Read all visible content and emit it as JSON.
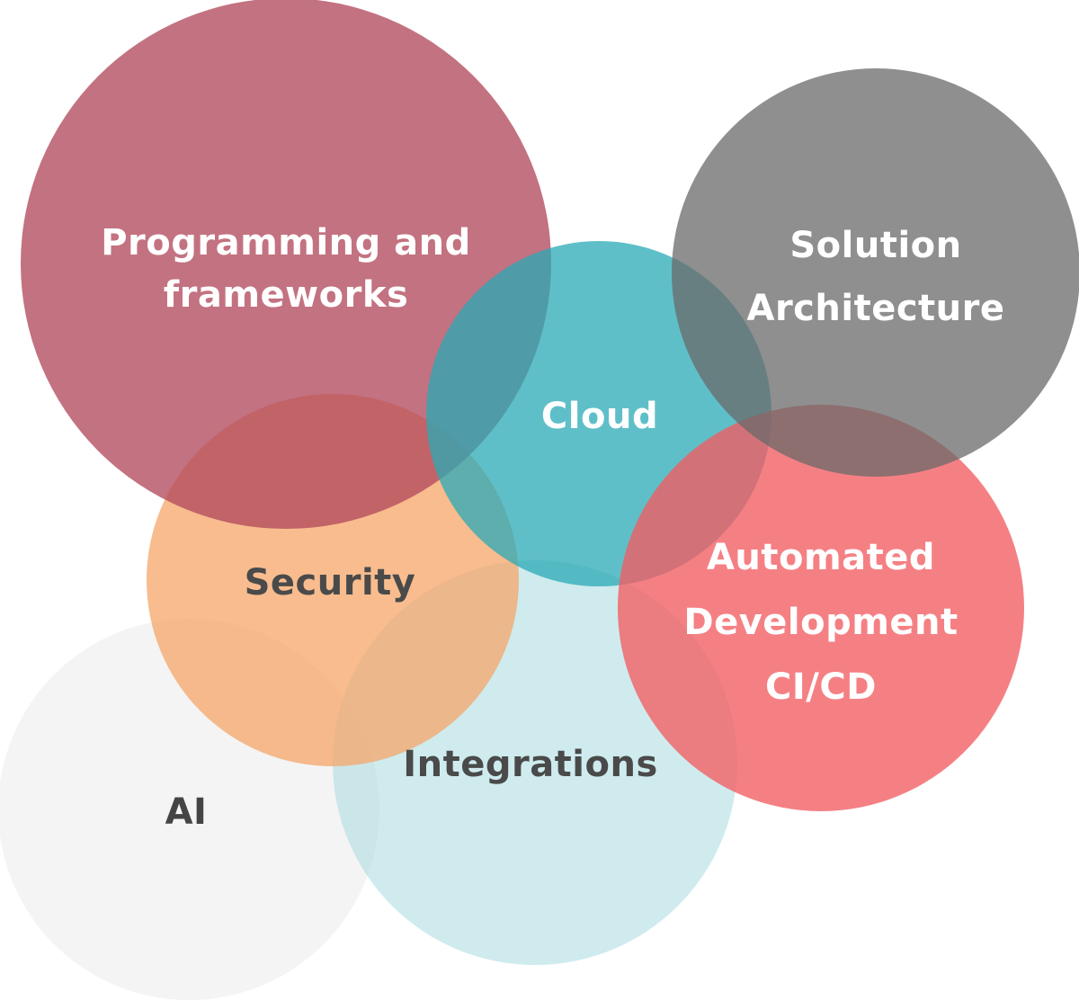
{
  "diagram": {
    "type": "overlapping-bubbles",
    "bubbles": [
      {
        "id": "ai",
        "lines": [
          "AI"
        ],
        "fill": "#ececec",
        "opacity": 0.6,
        "text_color": "#444444"
      },
      {
        "id": "integrations",
        "lines": [
          "Integrations"
        ],
        "fill": "#a8dbe0",
        "opacity": 0.55,
        "text_color": "#4a4a4a"
      },
      {
        "id": "security",
        "lines": [
          "Security"
        ],
        "fill": "#f5a668",
        "opacity": 0.75,
        "text_color": "#4a4a4a"
      },
      {
        "id": "programming",
        "lines": [
          "Programming and",
          "frameworks"
        ],
        "fill": "#b24a5e",
        "opacity": 0.78,
        "text_color": "#ffffff"
      },
      {
        "id": "cloud",
        "lines": [
          "Cloud"
        ],
        "fill": "#2aa9b6",
        "opacity": 0.75,
        "text_color": "#ffffff"
      },
      {
        "id": "automated-dev",
        "lines": [
          "Automated",
          "Development",
          "CI/CD"
        ],
        "fill": "#f25c62",
        "opacity": 0.78,
        "text_color": "#ffffff"
      },
      {
        "id": "solution-architecture",
        "lines": [
          "Solution",
          "Architecture"
        ],
        "fill": "#6a6a6a",
        "opacity": 0.75,
        "text_color": "#ffffff"
      }
    ]
  }
}
